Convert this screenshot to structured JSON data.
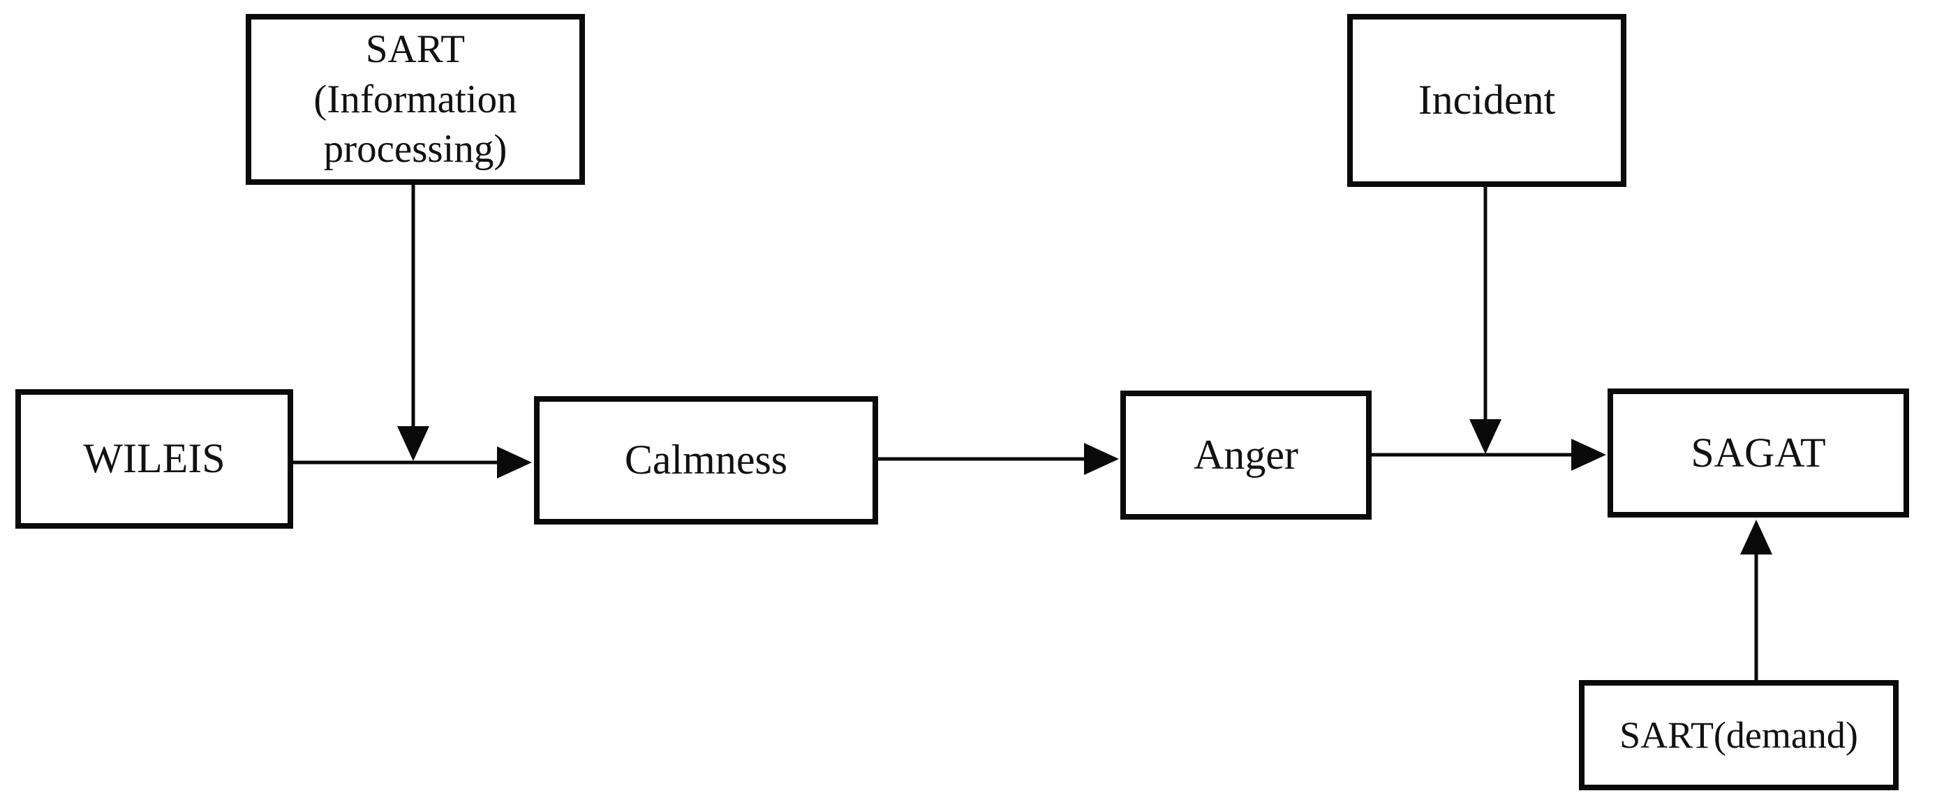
{
  "diagram": {
    "title": "Mediation / process flow diagram",
    "background_color": "#ffffff",
    "stroke_color": "#0a0a0a",
    "text_color": "#111111",
    "nodes": [
      {
        "id": "sart_info",
        "label": "SART\n(Information\nprocessing)",
        "icon": "rectangle-node"
      },
      {
        "id": "incident",
        "label": "Incident",
        "icon": "rectangle-node"
      },
      {
        "id": "wileis",
        "label": "WILEIS",
        "icon": "rectangle-node"
      },
      {
        "id": "calmness",
        "label": "Calmness",
        "icon": "rectangle-node"
      },
      {
        "id": "anger",
        "label": "Anger",
        "icon": "rectangle-node"
      },
      {
        "id": "sagat",
        "label": "SAGAT",
        "icon": "rectangle-node"
      },
      {
        "id": "sart_demand",
        "label": "SART(demand)",
        "icon": "rectangle-node"
      }
    ],
    "edges": [
      {
        "id": "wileis_to_calmness",
        "from": "wileis",
        "to": "calmness",
        "direction": "right",
        "arrowhead": true
      },
      {
        "id": "calmness_to_anger",
        "from": "calmness",
        "to": "anger",
        "direction": "right",
        "arrowhead": true
      },
      {
        "id": "anger_to_sagat",
        "from": "anger",
        "to": "sagat",
        "direction": "right",
        "arrowhead": true
      },
      {
        "id": "sart_info_to_path",
        "from": "sart_info",
        "to": "wileis_to_calmness",
        "direction": "down",
        "arrowhead": true
      },
      {
        "id": "incident_to_path",
        "from": "incident",
        "to": "anger_to_sagat",
        "direction": "down",
        "arrowhead": true
      },
      {
        "id": "sart_demand_to_sagat",
        "from": "sart_demand",
        "to": "sagat",
        "direction": "up",
        "arrowhead": true
      }
    ]
  }
}
